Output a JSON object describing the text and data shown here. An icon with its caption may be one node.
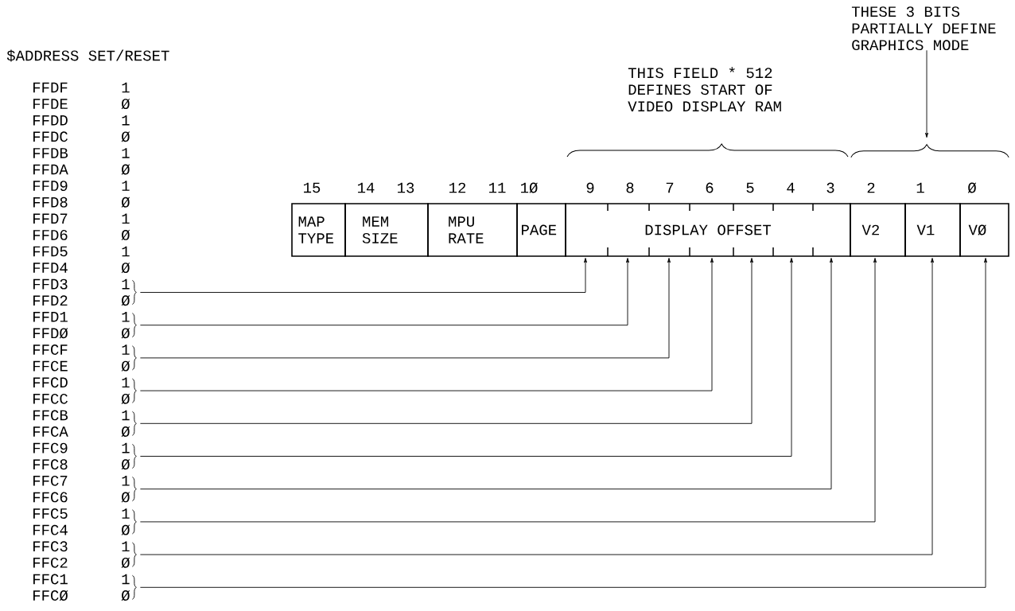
{
  "diagram": {
    "nodes": [
      {
        "text": [
          "MAP TYPE"
        ]
      },
      {
        "text": [
          "MEM SIZE"
        ]
      },
      {
        "text": [
          "MPU RATE"
        ]
      },
      {
        "text": [
          "PAGE"
        ]
      },
      {
        "text": [
          "DISPLAY OFFSET"
        ]
      },
      {
        "text": [
          "V2"
        ]
      },
      {
        "text": [
          "V1"
        ]
      },
      {
        "text": [
          "VØ"
        ]
      },
      {
        "text": [
          "THESE 3 BITS PARTIALLY DEFINE GRAPHICS MODE"
        ]
      },
      {
        "text": [
          "FFD3",
          "1",
          "FFD2",
          "Ø"
        ]
      },
      {
        "text": [
          "FFD1",
          "1",
          "FFDØ",
          "Ø"
        ]
      },
      {
        "text": [
          "FFCF",
          "1",
          "FFCE",
          "Ø"
        ]
      },
      {
        "text": [
          "FFCD",
          "1",
          "FFCC",
          "Ø"
        ]
      },
      {
        "text": [
          "FFCB",
          "1",
          "FFCA",
          "Ø"
        ]
      },
      {
        "text": [
          "FFC9",
          "1",
          "FFC8",
          "Ø"
        ]
      },
      {
        "text": [
          "FFC7",
          "1",
          "FFC6",
          "Ø"
        ]
      },
      {
        "text": [
          "FFC5",
          "1",
          "FFC4",
          "Ø"
        ]
      },
      {
        "text": [
          "FFC3",
          "1",
          "FFC2",
          "Ø"
        ]
      },
      {
        "text": [
          "FFC1",
          "1",
          "FFCØ",
          "Ø"
        ]
      },
      {
        "text": [],
        "shape": "brace"
      }
    ],
    "edges": [
      {
        "from": 9,
        "to": 4,
        "arrow": "to"
      },
      {
        "from": 10,
        "to": 4,
        "arrow": "to"
      },
      {
        "from": 11,
        "to": 4,
        "arrow": "to"
      },
      {
        "from": 12,
        "to": 4,
        "arrow": "to"
      },
      {
        "from": 13,
        "to": 4,
        "arrow": "to"
      },
      {
        "from": 14,
        "to": 4,
        "arrow": "to"
      },
      {
        "from": 15,
        "to": 4,
        "arrow": "to"
      },
      {
        "from": 16,
        "to": 5,
        "arrow": "to"
      },
      {
        "from": 17,
        "to": 6,
        "arrow": "to"
      },
      {
        "from": 18,
        "to": 7,
        "arrow": "to"
      },
      {
        "from": 8,
        "to": 19,
        "arrow": "to"
      }
    ],
    "labels": [
      "$ADDRESS SET/RESET",
      "THIS FIELD * 512 DEFINES START OF VIDEO DISPLAY RAM",
      "15",
      "14",
      "13",
      "12",
      "11",
      "1Ø",
      "9",
      "8",
      "7",
      "6",
      "5",
      "4",
      "3",
      "2",
      "1",
      "Ø",
      "FFDF",
      "1",
      "FFDE",
      "Ø",
      "FFDD",
      "1",
      "FFDC",
      "Ø",
      "FFDB",
      "1",
      "FFDA",
      "Ø",
      "FFD9",
      "1",
      "FFD8",
      "Ø",
      "FFD7",
      "1",
      "FFD6",
      "Ø",
      "FFD5",
      "1",
      "FFD4",
      "Ø"
    ]
  }
}
